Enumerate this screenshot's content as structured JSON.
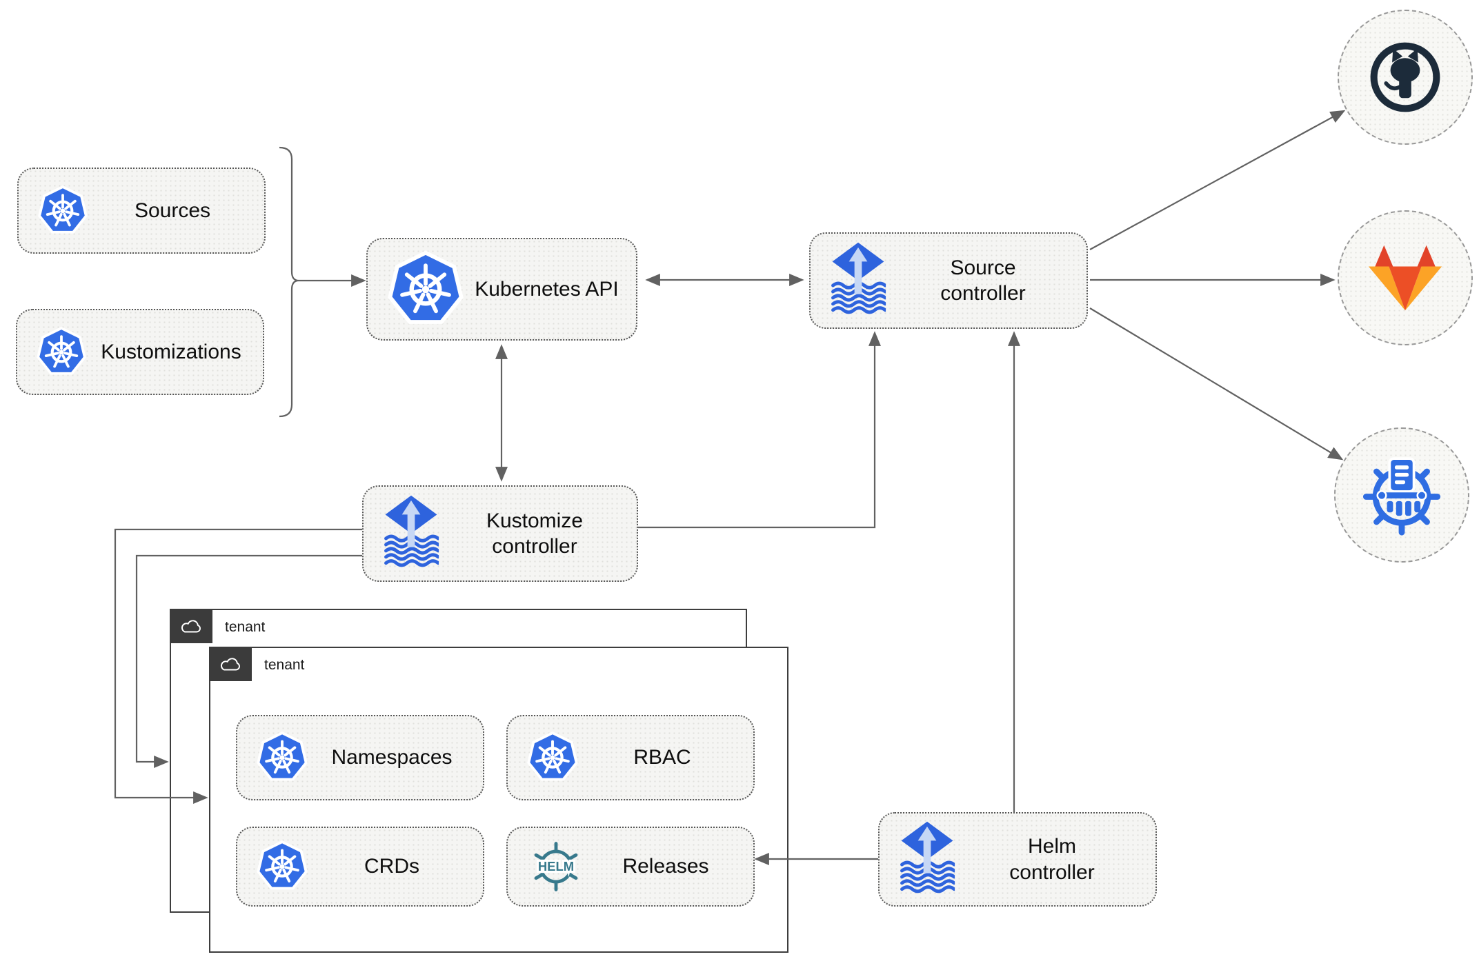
{
  "nodes": {
    "sources": {
      "label": "Sources"
    },
    "kustomizations": {
      "label": "Kustomizations"
    },
    "kubernetes_api": {
      "label": "Kubernetes API"
    },
    "source_controller": {
      "label": "Source controller"
    },
    "kustomize_controller": {
      "label": "Kustomize controller"
    },
    "helm_controller": {
      "label": "Helm controller"
    },
    "namespaces": {
      "label": "Namespaces"
    },
    "rbac": {
      "label": "RBAC"
    },
    "crds": {
      "label": "CRDs"
    },
    "releases": {
      "label": "Releases"
    }
  },
  "groups": {
    "outer_tenant": {
      "label": "tenant"
    },
    "inner_tenant": {
      "label": "tenant"
    }
  },
  "icons": {
    "kubernetes": "kubernetes-wheel-icon",
    "flux": "flux-diamond-arrow-icon",
    "helm": "helm-ship-wheel-icon",
    "helm_wordmark": "HELM",
    "cloud": "cloud-outline-icon",
    "github": "github-octocat-icon",
    "gitlab": "gitlab-tanuki-icon",
    "chart_repository": "chartmuseum-wheel-icon"
  },
  "colors": {
    "kubernetes_blue": "#326ce5",
    "flux_blue": "#2e63dd",
    "flux_light_blue": "#c6d7f5",
    "helm_teal": "#37798c",
    "github_dark": "#1c2b3a",
    "gitlab_red": "#e24329",
    "gitlab_orange": "#ec4f26",
    "gitlab_light_orange": "#fca326",
    "chartmuseum_blue": "#2f6de2",
    "node_fill": "#f5f5f3",
    "node_border": "#565656",
    "edge_gray": "#616161",
    "tenant_border": "#3d3d3d",
    "tenant_tab": "#3b3b3b"
  }
}
